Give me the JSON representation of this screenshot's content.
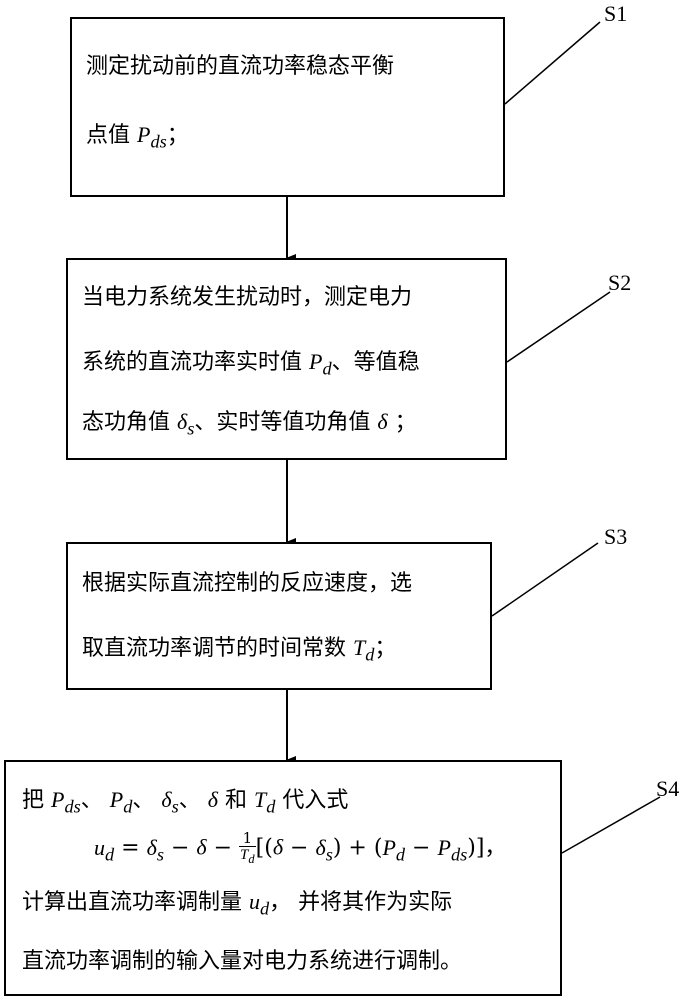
{
  "steps": [
    {
      "label": "S1",
      "lines": [
        "测定扰动前的直流功率稳态平衡",
        "点值 P_ds；"
      ]
    },
    {
      "label": "S2",
      "lines": [
        "当电力系统发生扰动时，测定电力",
        "系统的直流功率实时值 P_d、等值稳",
        "态功角值 δ_s、实时等值功角值 δ ；"
      ]
    },
    {
      "label": "S3",
      "lines": [
        "根据实际直流控制的反应速度，选",
        "取直流功率调节的时间常数 T_d；"
      ]
    },
    {
      "label": "S4",
      "lines": [
        "把 P_ds、 P_d、 δ_s、 δ 和 T_d 代入式",
        "u_d = δ_s − δ − (1/T_d)[(δ − δ_s) + (P_d − P_ds)]，",
        "计算出直流功率调制量 u_d， 并将其作为实际",
        "直流功率调制的输入量对电力系统进行调制。"
      ]
    }
  ]
}
